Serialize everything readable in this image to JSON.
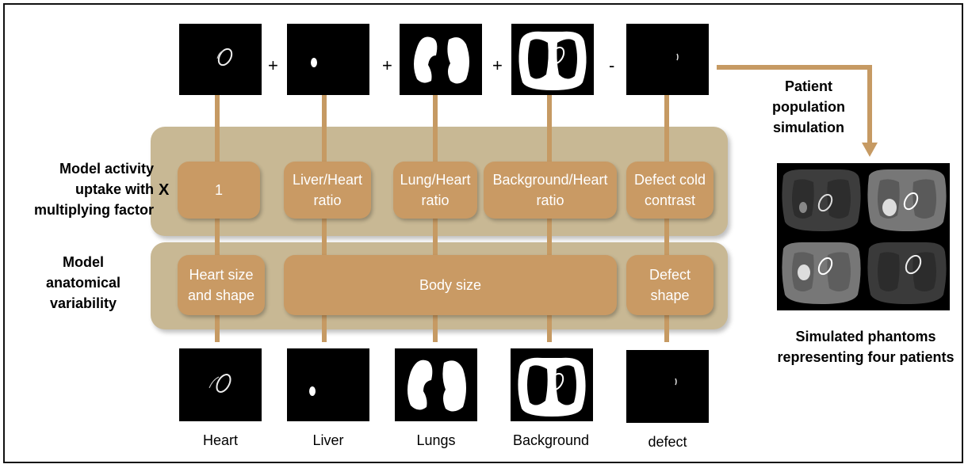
{
  "operators": {
    "plus1": "+",
    "plus2": "+",
    "plus3": "+",
    "minus": "-",
    "multiply": "X"
  },
  "side_labels": {
    "activity": "Model activity\nuptake with\nmultiplying factor",
    "anatomy": "Model\nanatomical\nvariability"
  },
  "factor_boxes": [
    {
      "label": "1"
    },
    {
      "label": "Liver/Heart\nratio"
    },
    {
      "label": "Lung/Heart\nratio"
    },
    {
      "label": "Background/Heart\nratio"
    },
    {
      "label": "Defect cold\ncontrast"
    }
  ],
  "anatomy_boxes": [
    {
      "label": "Heart size\nand shape"
    },
    {
      "label": "Body size"
    },
    {
      "label": "Defect\nshape"
    }
  ],
  "bottom_labels": [
    "Heart",
    "Liver",
    "Lungs",
    "Background",
    "defect"
  ],
  "patient_sim_label": "Patient\npopulation\nsimulation",
  "phantoms_caption": "Simulated phantoms\nrepresenting four patients",
  "colors": {
    "panel": "#c8b894",
    "box": "#c99a64",
    "arrow": "#c69a63"
  },
  "icons": [
    "heart-image",
    "liver-image",
    "lungs-image",
    "background-image",
    "defect-image",
    "phantoms-grid-image"
  ]
}
